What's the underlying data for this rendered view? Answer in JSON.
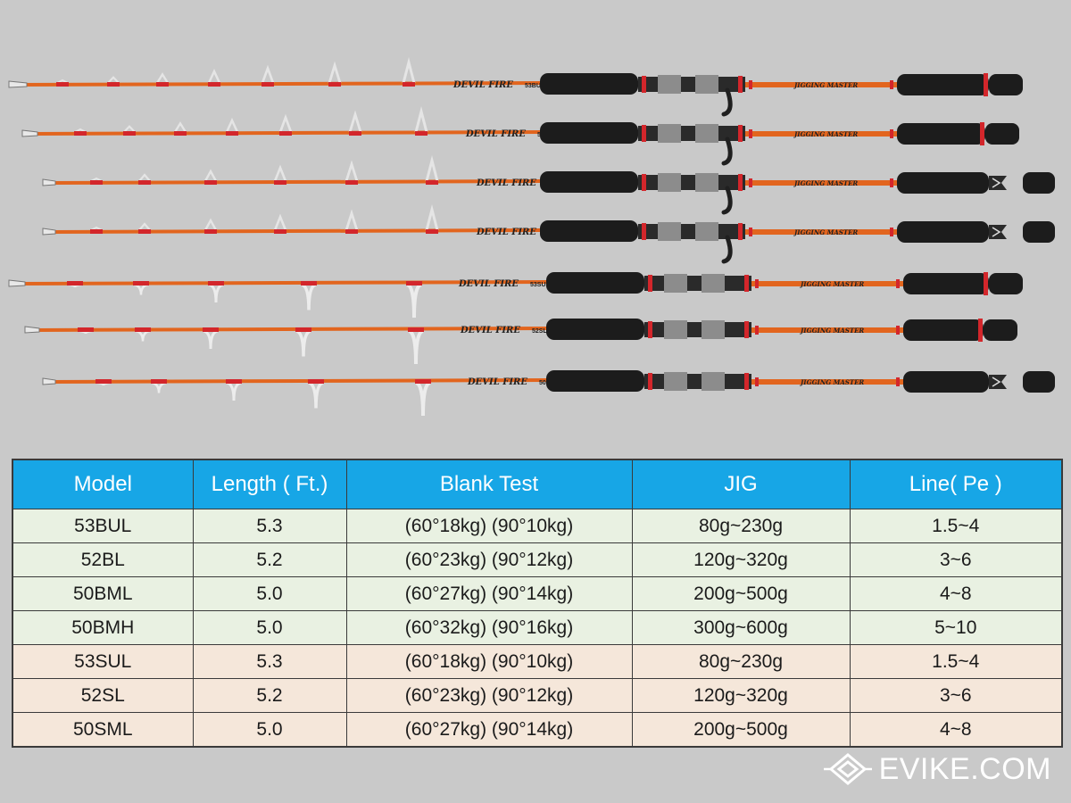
{
  "rod_labels": {
    "brand": "DEVIL FIRE",
    "series": "JIGGING MASTER"
  },
  "rods": [
    {
      "model": "53BUL",
      "handle": "bait"
    },
    {
      "model": "52BL",
      "handle": "bait"
    },
    {
      "model": "50BML",
      "handle": "bait"
    },
    {
      "model": "50BMH",
      "handle": "bait"
    },
    {
      "model": "53SUL",
      "handle": "spinning"
    },
    {
      "model": "52SL",
      "handle": "spinning"
    },
    {
      "model": "50SML",
      "handle": "spinning"
    }
  ],
  "table": {
    "headers": [
      "Model",
      "Length ( Ft.)",
      "Blank Test",
      "JIG",
      "Line( Pe )"
    ],
    "rows": [
      [
        "53BUL",
        "5.3",
        "(60°18kg) (90°10kg)",
        "80g~230g",
        "1.5~4"
      ],
      [
        "52BL",
        "5.2",
        "(60°23kg) (90°12kg)",
        "120g~320g",
        "3~6"
      ],
      [
        "50BML",
        "5.0",
        "(60°27kg) (90°14kg)",
        "200g~500g",
        "4~8"
      ],
      [
        "50BMH",
        "5.0",
        "(60°32kg) (90°16kg)",
        "300g~600g",
        "5~10"
      ],
      [
        "53SUL",
        "5.3",
        "(60°18kg) (90°10kg)",
        "80g~230g",
        "1.5~4"
      ],
      [
        "52SL",
        "5.2",
        "(60°23kg) (90°12kg)",
        "120g~320g",
        "3~6"
      ],
      [
        "50SML",
        "5.0",
        "(60°27kg) (90°14kg)",
        "200g~500g",
        "4~8"
      ]
    ]
  },
  "watermark": {
    "text": "EVIKE.COM",
    "icon": "evike-logo-icon"
  },
  "colors": {
    "background": "#c9c9c9",
    "rod_blank": "#e2651e",
    "wrap": "#d3262b",
    "grip": "#1c1c1c",
    "header_bg": "#17a6e6",
    "header_text": "#ffffff",
    "bait_row_bg": "#e9f1e2",
    "spinning_row_bg": "#f5e7da",
    "border": "#3a3a3a"
  }
}
